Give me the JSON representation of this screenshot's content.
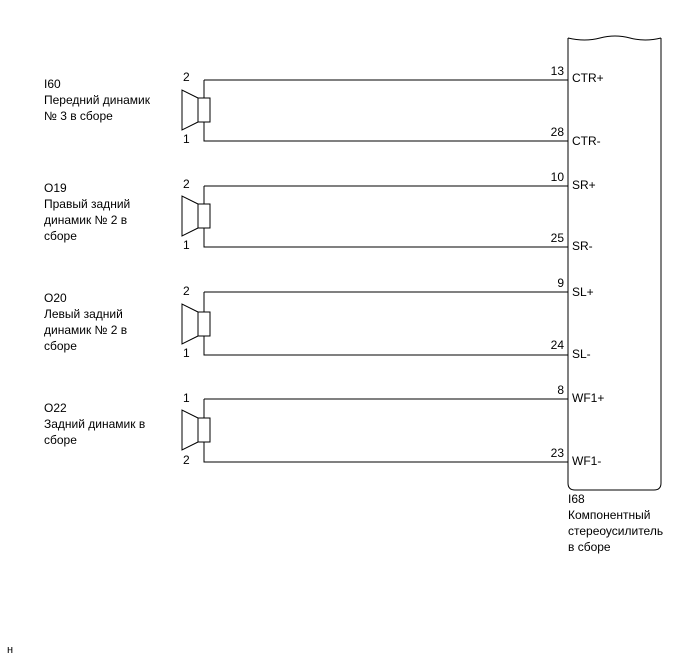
{
  "speakers": [
    {
      "code": "I60",
      "name": [
        "Передний динамик",
        "№ 3 в сборе"
      ],
      "pin_top": "2",
      "pin_bottom": "1"
    },
    {
      "code": "O19",
      "name": [
        "Правый задний",
        "динамик № 2 в",
        "сборе"
      ],
      "pin_top": "2",
      "pin_bottom": "1"
    },
    {
      "code": "O20",
      "name": [
        "Левый задний",
        "динамик № 2 в",
        "сборе"
      ],
      "pin_top": "2",
      "pin_bottom": "1"
    },
    {
      "code": "O22",
      "name": [
        "Задний динамик в",
        "сборе"
      ],
      "pin_top": "1",
      "pin_bottom": "2"
    }
  ],
  "amplifier": {
    "code": "I68",
    "name": [
      "Компонентный",
      "стереоусилитель",
      "в сборе"
    ],
    "terminals": [
      {
        "pin": "13",
        "signal": "CTR+"
      },
      {
        "pin": "28",
        "signal": "CTR-"
      },
      {
        "pin": "10",
        "signal": "SR+"
      },
      {
        "pin": "25",
        "signal": "SR-"
      },
      {
        "pin": "9",
        "signal": "SL+"
      },
      {
        "pin": "24",
        "signal": "SL-"
      },
      {
        "pin": "8",
        "signal": "WF1+"
      },
      {
        "pin": "23",
        "signal": "WF1-"
      }
    ]
  },
  "footer_mark": "н"
}
